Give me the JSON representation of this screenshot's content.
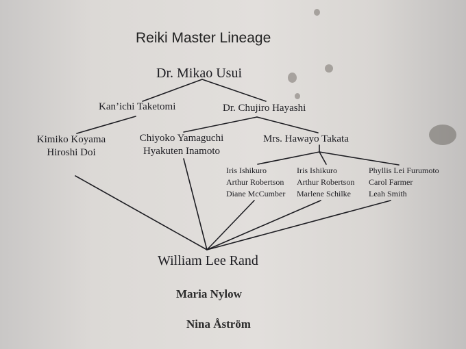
{
  "title": "Reiki Master Lineage",
  "nodes": {
    "usui": "Dr. Mikao Usui",
    "taketomi": "Kan’ichi Taketomi",
    "hayashi": "Dr. Chujiro Hayashi",
    "koyama": "Kimiko Koyama",
    "doi": "Hiroshi Doi",
    "yamaguchi": "Chiyoko Yamaguchi",
    "inamoto": "Hyakuten Inamoto",
    "takata": "Mrs. Hawayo Takata",
    "group1": [
      "Iris Ishikuro",
      "Arthur Robertson",
      "Diane McCumber"
    ],
    "group2": [
      "Iris Ishikuro",
      "Arthur Robertson",
      "Marlene Schilke"
    ],
    "group3": [
      "Phyllis Lei Furumoto",
      "Carol Farmer",
      "Leah Smith"
    ],
    "rand": "William Lee Rand",
    "nylow": "Maria Nylow",
    "astrom": "Nina Åström"
  }
}
